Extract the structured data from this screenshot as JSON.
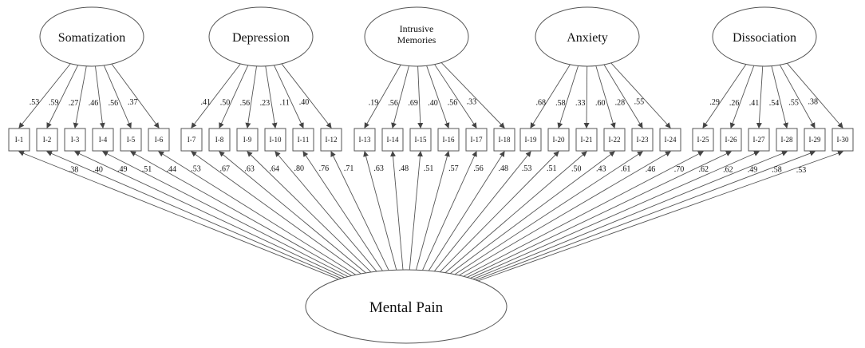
{
  "general_factor": {
    "label": "Mental Pain"
  },
  "factors": [
    {
      "label": "Somatization",
      "label_lines": [],
      "items": [
        "I-1",
        "I-2",
        "I-3",
        "I-4",
        "I-5",
        "I-6"
      ],
      "specific_loadings": [
        ".53",
        ".59",
        ".27",
        ".46",
        ".56",
        ".37"
      ]
    },
    {
      "label": "Depression",
      "label_lines": [],
      "items": [
        "I-7",
        "I-8",
        "I-9",
        "I-10",
        "I-11",
        "I-12"
      ],
      "specific_loadings": [
        ".41",
        ".50",
        ".56",
        ".23",
        ".11",
        ".40"
      ]
    },
    {
      "label": "Intrusive Memories",
      "label_lines": [
        "Intrusive",
        "Memories"
      ],
      "items": [
        "I-13",
        "I-14",
        "I-15",
        "I-16",
        "I-17",
        "I-18"
      ],
      "specific_loadings": [
        ".19",
        ".56",
        ".69",
        ".40",
        ".56",
        ".33"
      ]
    },
    {
      "label": "Anxiety",
      "label_lines": [],
      "items": [
        "I-19",
        "I-20",
        "I-21",
        "I-22",
        "I-23",
        "I-24"
      ],
      "specific_loadings": [
        ".68",
        ".58",
        ".33",
        ".60",
        ".28",
        ".55"
      ]
    },
    {
      "label": "Dissociation",
      "label_lines": [],
      "items": [
        "I-25",
        "I-26",
        "I-27",
        "I-28",
        "I-29",
        "I-30"
      ],
      "specific_loadings": [
        ".29",
        ".26",
        ".41",
        ".54",
        ".55",
        ".38"
      ]
    }
  ],
  "general_loadings": [
    ".38",
    ".40",
    ".49",
    ".51",
    ".44",
    ".53",
    ".67",
    ".63",
    ".64",
    ".80",
    ".76",
    ".71",
    ".63",
    ".48",
    ".51",
    ".57",
    ".56",
    ".48",
    ".53",
    ".51",
    ".50",
    ".43",
    ".61",
    ".46",
    ".70",
    ".62",
    ".62",
    ".49",
    ".58",
    ".53"
  ]
}
